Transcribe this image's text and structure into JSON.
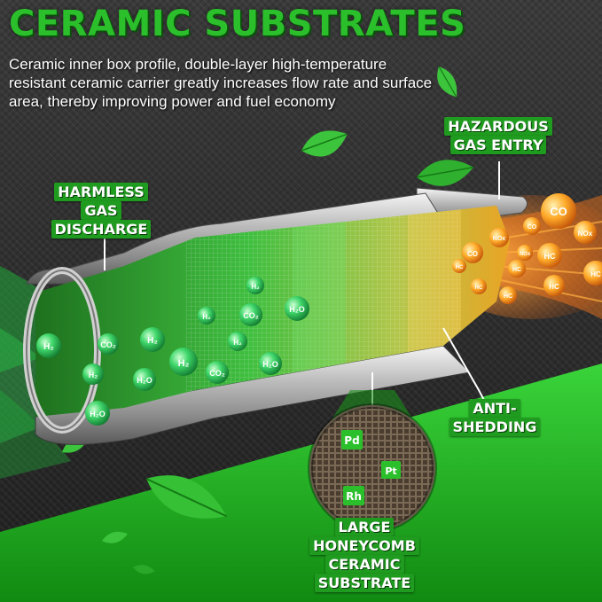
{
  "title": "CERAMIC SUBSTRATES",
  "description": "Ceramic inner box profile, double-layer high-temperature resistant ceramic carrier greatly increases flow rate and surface area, thereby improving power and fuel economy",
  "callouts": {
    "harmless_line1": "HARMLESS",
    "harmless_line2": "GAS DISCHARGE",
    "hazardous_line1": "HAZARDOUS",
    "hazardous_line2": "GAS ENTRY",
    "anti_shedding": "ANTI-SHEDDING",
    "honeycomb_line1": "LARGE HONEYCOMB",
    "honeycomb_line2": "CERAMIC SUBSTRATE"
  },
  "green_molecules": [
    "H₂",
    "CO₂",
    "H₂",
    "H₂O",
    "H₂",
    "H₂O",
    "H₂",
    "CO₂",
    "H₂",
    "H₂O",
    "H₂",
    "H₂O",
    "CO₂",
    "H₂"
  ],
  "orange_molecules": [
    "CO",
    "NOx",
    "NOx",
    "CO",
    "HC",
    "NOx",
    "HC",
    "CO",
    "HC",
    "HC",
    "HC",
    "HC",
    "HC"
  ],
  "metals": [
    "Pd",
    "Pt",
    "Rh"
  ],
  "colors": {
    "brand_green": "#2bc02b",
    "label_green": "#1f9b1f",
    "exhaust_orange": "#ff8a1a",
    "metal_silver": "#c8c8c8"
  }
}
